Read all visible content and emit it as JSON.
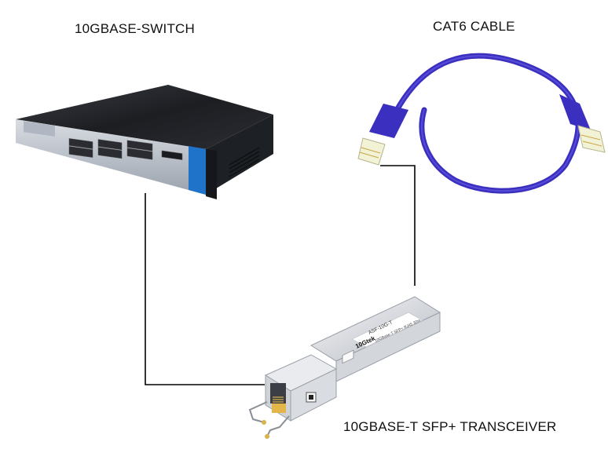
{
  "labels": {
    "switch": "10GBASE-SWITCH",
    "cable": "CAT6 CABLE",
    "transceiver": "10GBASE-T SFP+ TRANSCEIVER"
  },
  "transceiver_print": {
    "model": "ASF-10G-T",
    "brand": "10Gtek",
    "spec": "10GBase-T SFP+ RJ45 30m"
  },
  "colors": {
    "switch_body": "#222428",
    "switch_front": "#1f73c8",
    "cable": "#3b2fc0",
    "connector_line": "#000000"
  }
}
